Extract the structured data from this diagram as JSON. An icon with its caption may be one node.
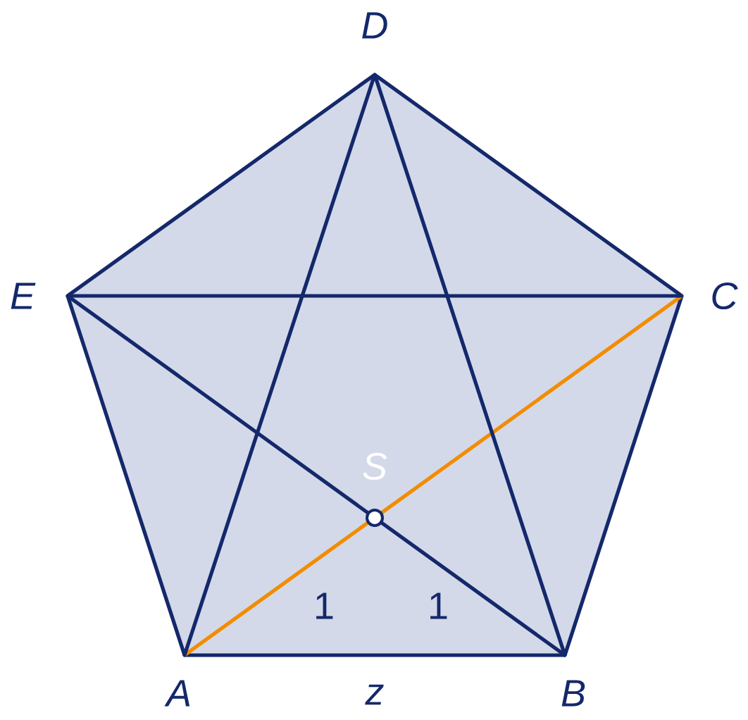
{
  "diagram": {
    "nodes": [
      {
        "text": [],
        "shape": "point",
        "beside": [
          "A"
        ]
      },
      {
        "text": [],
        "shape": "point",
        "beside": [
          "B"
        ]
      },
      {
        "text": [],
        "shape": "point",
        "beside": [
          "C"
        ]
      },
      {
        "text": [],
        "shape": "point",
        "beside": [
          "D"
        ]
      },
      {
        "text": [],
        "shape": "point",
        "beside": [
          "E"
        ]
      },
      {
        "text": [],
        "shape": "circle",
        "beside": [
          "S"
        ]
      }
    ],
    "edges": [
      {
        "from": 0,
        "to": 1,
        "arrow": "none"
      },
      {
        "from": 1,
        "to": 2,
        "arrow": "none"
      },
      {
        "from": 2,
        "to": 3,
        "arrow": "none"
      },
      {
        "from": 3,
        "to": 4,
        "arrow": "none"
      },
      {
        "from": 4,
        "to": 0,
        "arrow": "none"
      },
      {
        "from": 0,
        "to": 2,
        "arrow": "none",
        "color": "#f28c00"
      },
      {
        "from": 0,
        "to": 3,
        "arrow": "none"
      },
      {
        "from": 1,
        "to": 3,
        "arrow": "none"
      },
      {
        "from": 1,
        "to": 4,
        "arrow": "none"
      },
      {
        "from": 2,
        "to": 4,
        "arrow": "none"
      }
    ],
    "labels": [
      "1",
      "1",
      "z"
    ]
  }
}
